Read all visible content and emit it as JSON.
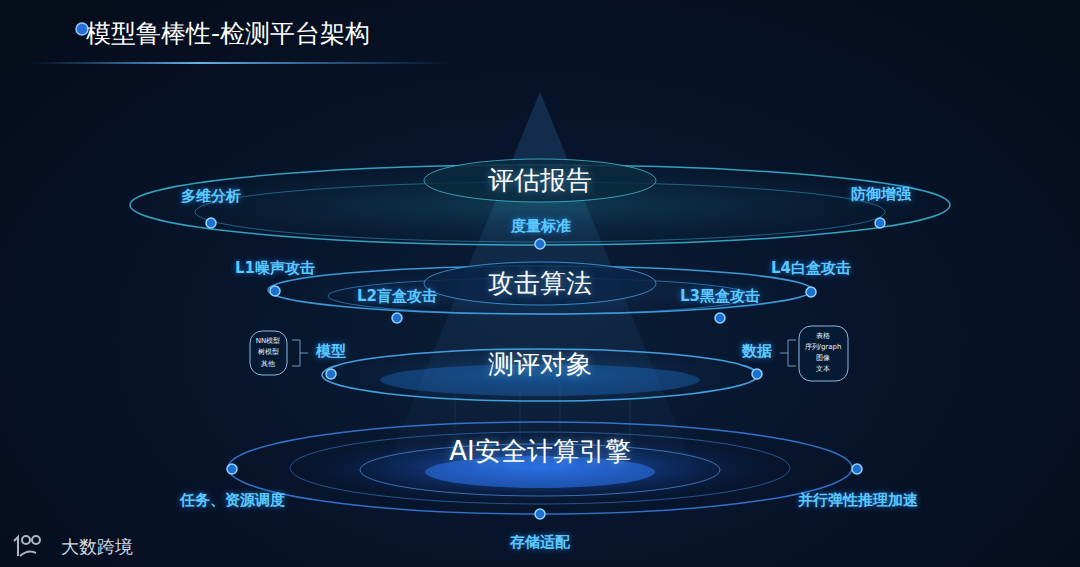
{
  "diagram": {
    "title": "模型鲁棒性-检测平台架构",
    "nodes": [
      {
        "text": [
          "评估报告"
        ]
      },
      {
        "text": [
          "攻击算法"
        ]
      },
      {
        "text": [
          "测评对象"
        ]
      },
      {
        "text": [
          "NN模型",
          "树模型",
          "其他"
        ]
      },
      {
        "text": [
          "表格",
          "序列/graph",
          "图像",
          "文本"
        ]
      },
      {
        "text": [
          "AI安全计算引擎"
        ]
      }
    ],
    "labels": [
      "多维分析",
      "度量标准",
      "防御增强",
      "L1噪声攻击",
      "L2盲盒攻击",
      "L3黑盒攻击",
      "L4白盒攻击",
      "模型",
      "数据",
      "任务、资源调度",
      "存储适配",
      "并行弹性推理加速",
      "大数跨境"
    ]
  }
}
